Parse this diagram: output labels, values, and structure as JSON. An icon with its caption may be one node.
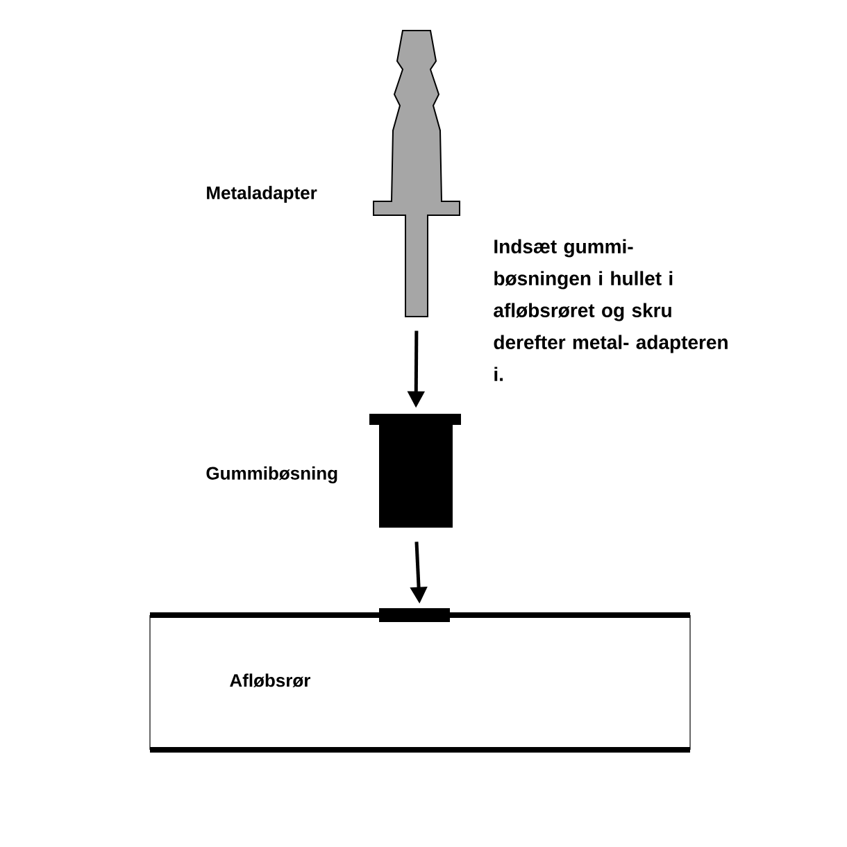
{
  "diagram": {
    "nodes": [
      {
        "text": [
          "Metaladapter"
        ]
      },
      {
        "text": [
          "Gummibøsning"
        ]
      },
      {
        "text": [
          "Afløbsrør"
        ]
      }
    ],
    "edges": [
      {
        "from": 0,
        "to": 1,
        "arrow": "to"
      },
      {
        "from": 1,
        "to": 2,
        "arrow": "to"
      }
    ],
    "labels": [
      "Indsæt gummi- bøsningen i hullet i afløbsrøret og skru derefter metal- adapteren i."
    ]
  }
}
